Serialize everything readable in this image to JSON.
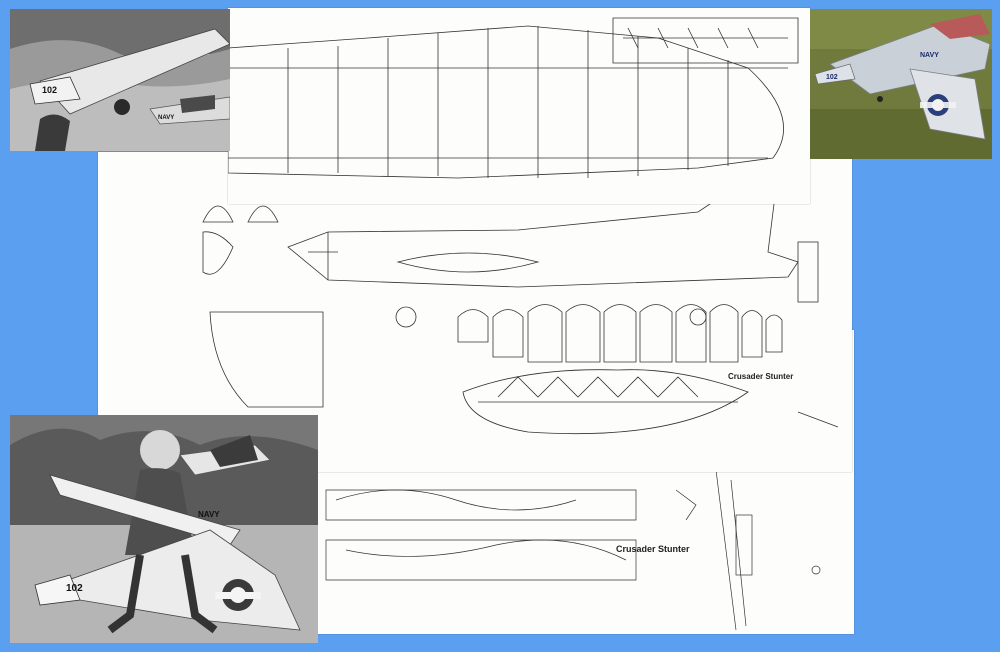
{
  "plan": {
    "title_mid": "Crusader Stunter",
    "title_low": "Crusader Stunter"
  },
  "markings": {
    "number": "102",
    "service": "NAVY"
  },
  "colors": {
    "background": "#5b9ff0",
    "paper": "#fdfdfb",
    "ink": "#2a2a2a"
  }
}
